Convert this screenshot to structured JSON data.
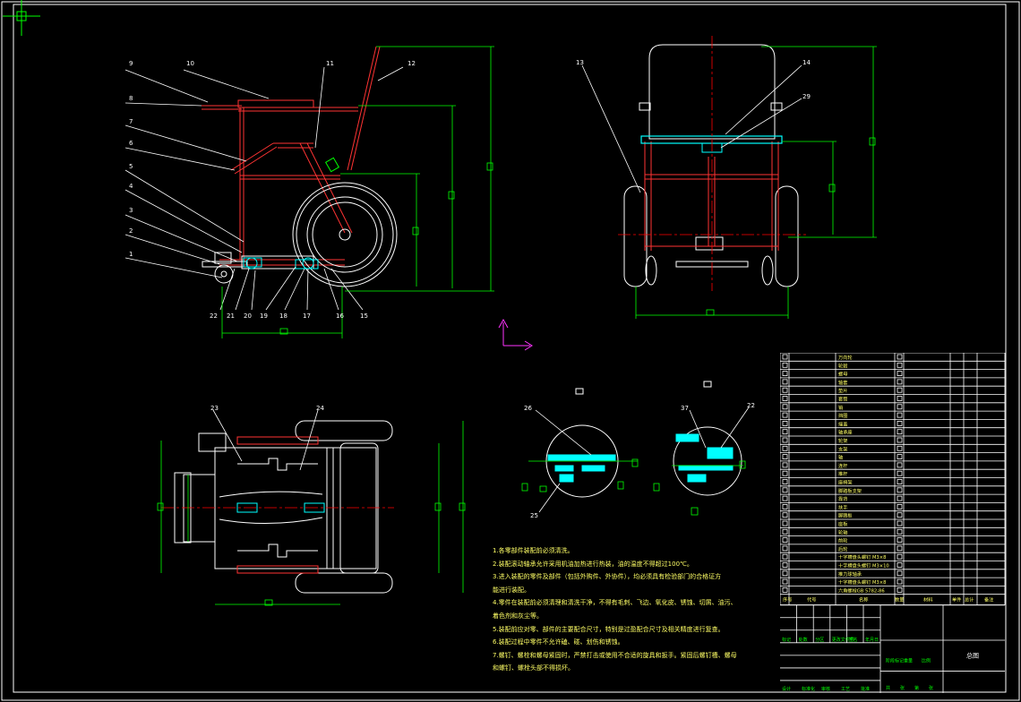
{
  "colors": {
    "background": "#000000",
    "frame": "#ffffff",
    "part": "#ff3333",
    "dimension": "#00ff00",
    "leader": "#ffffff",
    "center": "#ff0000",
    "detail": "#00ffff",
    "text": "#ffff66",
    "ucs": "#ff33ff"
  },
  "views": {
    "side": {
      "part_numbers": [
        "9",
        "10",
        "11",
        "12",
        "8",
        "7",
        "6",
        "5",
        "4",
        "3",
        "2",
        "1",
        "22",
        "21",
        "20",
        "19",
        "18",
        "17",
        "16",
        "15"
      ]
    },
    "front": {
      "part_numbers": [
        "13",
        "14",
        "29"
      ]
    },
    "top": {
      "part_numbers": [
        "23",
        "24"
      ]
    },
    "detail_a": {
      "part_numbers": [
        "26",
        "25"
      ]
    },
    "detail_b": {
      "part_numbers": [
        "37",
        "22"
      ]
    }
  },
  "notes": [
    "1.各零部件装配前必须清洗。",
    "2.装配滚动轴承允许采用机油加热进行热装，油的温度不得超过100℃。",
    "3.进入装配的零件及部件（包括外购件、外协件），均必须具有检验部门的合格证方",
    "  能进行装配。",
    "4.零件在装配前必须清理和清洗干净，不得有毛刺、飞边、氧化皮、锈蚀、切屑、油污、",
    "  着色剂和灰尘等。",
    "5.装配前应对零、部件的主要配合尺寸，特别是过盈配合尺寸及相关精度进行复查。",
    "6.装配过程中零件不允许磕、碰、划伤和锈蚀。",
    "7.螺钉、螺栓和螺母紧固时，严禁打击或使用不合适的旋具和扳手。紧固后螺钉槽、螺母",
    "  和螺钉、螺栓头部不得损坏。"
  ],
  "bom_header": [
    "序号",
    "代号",
    "名称",
    "数量",
    "材料",
    "单件",
    "总计",
    "备注"
  ],
  "bom_rows": [
    "六角螺栓GB 5782-86",
    "十字槽盘头螺钉 M3×8",
    "推力球轴承",
    "十字槽盘头螺钉 M3×10",
    "十字槽盘头螺钉 M3×8",
    "后轮",
    "前轮",
    "轮轴",
    "座板",
    "脚踏板",
    "扶手",
    "靠背",
    "脚踏板支架",
    "座椅架",
    "推杆",
    "连杆",
    "轴",
    "支架",
    "轮架",
    "轴承座",
    "端盖",
    "挡圈",
    "销",
    "套筒",
    "垫片",
    "轴套",
    "螺母",
    "轮毂",
    "万向轮"
  ],
  "title_block": {
    "title": "总图",
    "labels": [
      "标记",
      "处数",
      "分区",
      "更改文件号",
      "签名",
      "年月日",
      "设计",
      "标准化",
      "审核",
      "工艺",
      "批准",
      "阶段标记",
      "重量",
      "比例",
      "共",
      "张",
      "第",
      "张"
    ]
  }
}
